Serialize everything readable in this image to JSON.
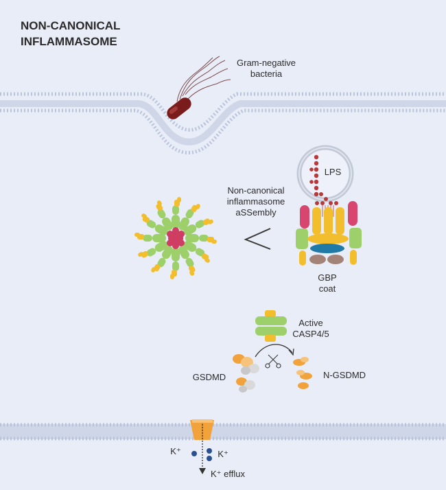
{
  "title": {
    "line1": "NON-CANONICAL",
    "line2": "INFLAMMASOME"
  },
  "labels": {
    "bacteria": "Gram-negative",
    "bacteria2": "bacteria",
    "lps": "LPS",
    "assembly1": "Non-canonical",
    "assembly2": "inflammasome",
    "assembly3": "aSSembly",
    "gbp1": "GBP",
    "gbp2": "coat",
    "casp1": "Active",
    "casp2": "CASP4/5",
    "gsdmd": "GSDMD",
    "ngsdmd": "N-GSDMD",
    "k_left": "K⁺",
    "k_right": "K⁺",
    "efflux": "K⁺ efflux"
  },
  "colors": {
    "background": "#e9edf8",
    "membrane": "#c2cbe0",
    "bacterium": "#7a1c1c",
    "lps": "#b73a3a",
    "yellow": "#f3be2e",
    "green": "#9dcf6a",
    "pink": "#d8456e",
    "teal": "#1f7aa8",
    "brown": "#a38377",
    "orange": "#f2a23a",
    "ion": "#2a4f93"
  }
}
